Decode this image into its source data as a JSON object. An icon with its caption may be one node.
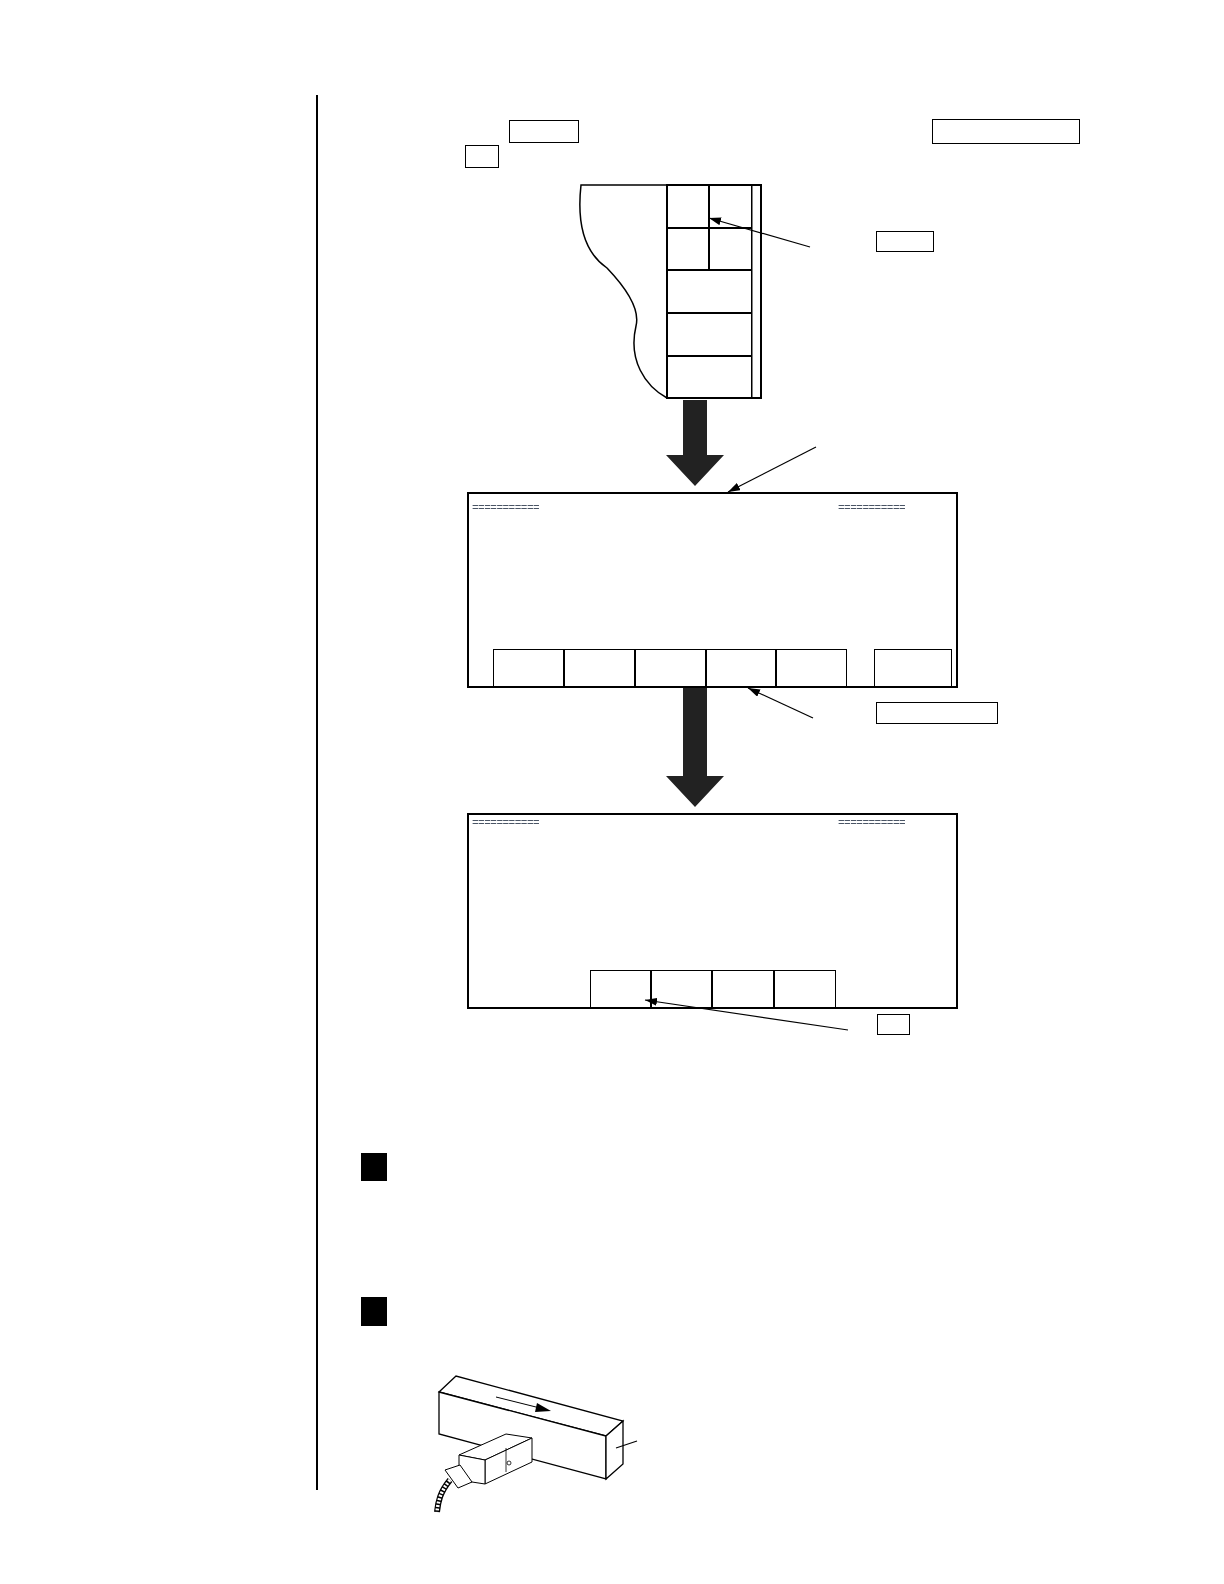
{
  "diagram": {
    "nodes": [
      {
        "text": [],
        "shape": "box"
      },
      {
        "text": [],
        "shape": "box"
      },
      {
        "text": [],
        "shape": "box"
      },
      {
        "text": [],
        "shape": "picture"
      },
      {
        "text": [],
        "shape": "box",
        "in": 3
      },
      {
        "text": [],
        "shape": "box",
        "in": 3
      },
      {
        "text": [],
        "shape": "box",
        "in": 3
      },
      {
        "text": [],
        "shape": "box",
        "in": 3
      },
      {
        "text": [],
        "shape": "box",
        "in": 3
      },
      {
        "text": [],
        "shape": "box",
        "in": 3
      },
      {
        "text": [],
        "shape": "box",
        "in": 3
      },
      {
        "text": [],
        "shape": "box"
      },
      {
        "text": [],
        "shape": "box"
      },
      {
        "text": [],
        "shape": "box",
        "in": 12
      },
      {
        "text": [],
        "shape": "box",
        "in": 12
      },
      {
        "text": [],
        "shape": "box",
        "in": 12
      },
      {
        "text": [],
        "shape": "box",
        "in": 12
      },
      {
        "text": [],
        "shape": "box",
        "in": 12
      },
      {
        "text": [],
        "shape": "box",
        "in": 12
      },
      {
        "text": [],
        "shape": "box"
      },
      {
        "text": [],
        "shape": "box"
      },
      {
        "text": [],
        "shape": "box",
        "in": 20
      },
      {
        "text": [],
        "shape": "box",
        "in": 20
      },
      {
        "text": [],
        "shape": "box",
        "in": 20
      },
      {
        "text": [],
        "shape": "box",
        "in": 20
      },
      {
        "text": [],
        "shape": "box"
      },
      {
        "text": [],
        "shape": "picture"
      }
    ],
    "edges": [
      {
        "from": null,
        "to": 4,
        "arrow": "to"
      },
      {
        "from": 3,
        "to": 12,
        "arrow": "to",
        "style": "thick"
      },
      {
        "from": null,
        "to": 12,
        "arrow": "to"
      },
      {
        "from": null,
        "to": 16,
        "arrow": "to"
      },
      {
        "from": 12,
        "to": 20,
        "arrow": "to",
        "style": "thick"
      },
      {
        "from": null,
        "to": 21,
        "arrow": "to"
      },
      {
        "from": 26,
        "to": null,
        "arrow": "none"
      }
    ],
    "labels": [
      "===========",
      "===========",
      "===========",
      "==========="
    ]
  }
}
